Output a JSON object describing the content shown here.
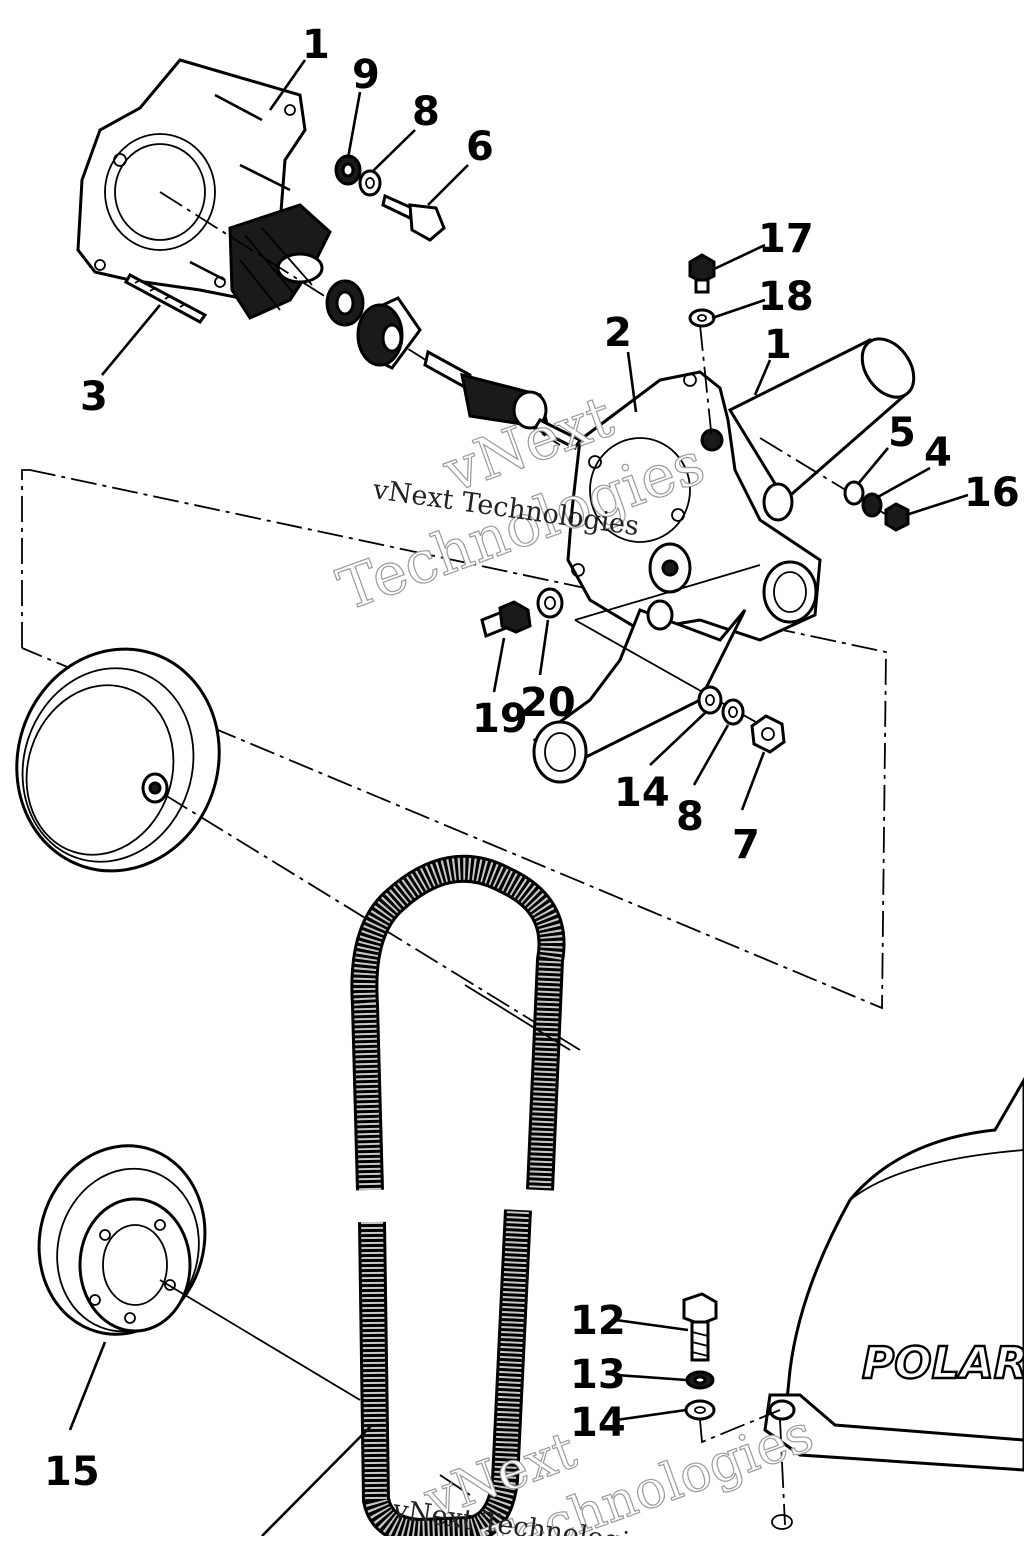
{
  "callouts": {
    "c1_top": "1",
    "c9": "9",
    "c8_top": "8",
    "c6": "6",
    "c3": "3",
    "c17": "17",
    "c18": "18",
    "c2": "2",
    "c1_mid": "1",
    "c5": "5",
    "c4": "4",
    "c16": "16",
    "c19": "19",
    "c20": "20",
    "c14_mid": "14",
    "c8_mid": "8",
    "c7": "7",
    "c12": "12",
    "c13": "13",
    "c14_bot": "14",
    "c15": "15"
  },
  "watermarks": {
    "line1": "vNext",
    "line2": "Technologies",
    "small": "vNext Technologies"
  },
  "logo_text": "POLARIS"
}
